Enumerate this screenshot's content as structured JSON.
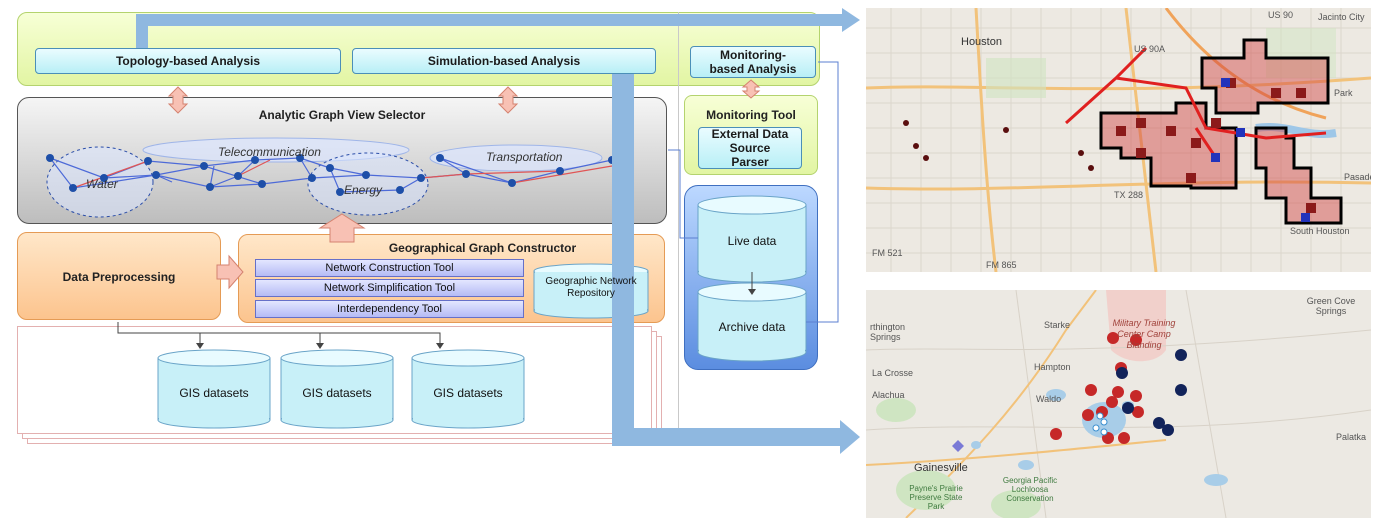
{
  "diagram": {
    "top_panel": {
      "topology_button": "Topology-based Analysis",
      "simulation_button": "Simulation-based Analysis",
      "monitoring_button": "Monitoring-based Analysis"
    },
    "graph_view": {
      "title": "Analytic Graph View Selector",
      "layers": [
        "Telecommunication",
        "Transportation",
        "Water",
        "Energy"
      ]
    },
    "preprocessing": {
      "label": "Data Preprocessing"
    },
    "constructor": {
      "title": "Geographical Graph Constructor",
      "tools": [
        "Network Construction Tool",
        "Network Simplification Tool",
        "Interdependency Tool"
      ],
      "repository": "Geographic Network Repository"
    },
    "gis": {
      "datasets": [
        "GIS datasets",
        "GIS datasets",
        "GIS datasets"
      ]
    },
    "monitoring_tool": {
      "title": "Monitoring Tool",
      "parser": "External Data Source Parser"
    },
    "data_store": {
      "live": "Live data",
      "archive": "Archive data"
    }
  },
  "maps": {
    "houston": {
      "labels": [
        "Houston",
        "Jacinto City",
        "Park",
        "Pasade",
        "South Houston",
        "TX 288",
        "FM 521",
        "FM 865",
        "US 90A",
        "US 90"
      ]
    },
    "florida": {
      "labels": [
        "Military Training Center Camp Blanding",
        "Starke",
        "Hampton",
        "Waldo",
        "La Crosse",
        "Gainesville",
        "Green Cove Springs",
        "Palatka",
        "Payne's Prairie Preserve State Park",
        "Georgia Pacific Lochloosa Conservation",
        "Alachua",
        "rthington Springs"
      ]
    }
  },
  "colors": {
    "arrow_blue": "#8fb8e0",
    "graph_line": "#e05555",
    "node_blue": "#1e4fa8",
    "map_red": "#c62828",
    "map_navy": "#12235a"
  }
}
